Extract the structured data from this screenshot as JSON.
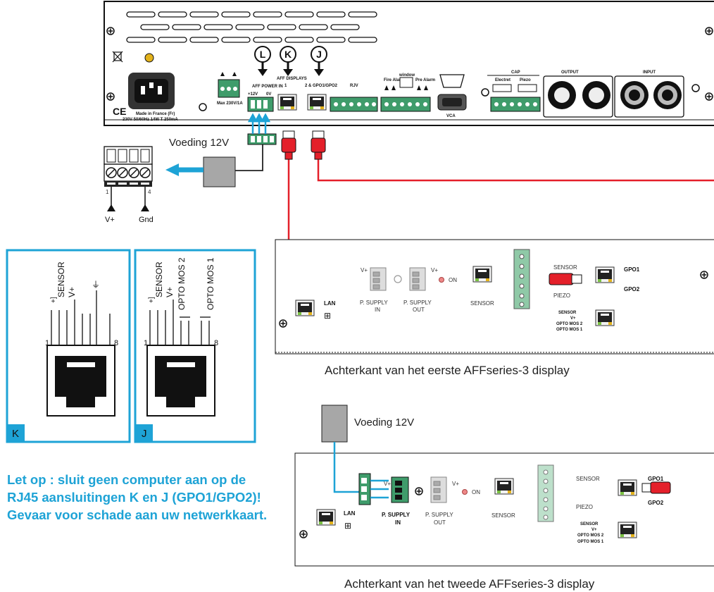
{
  "rack": {
    "markers": [
      "L",
      "K",
      "J"
    ],
    "labels": {
      "made_in": "Made in France (Fr)",
      "rating": "230V 50/60Hz 14W T 250mA",
      "max": "Max 230V/1A",
      "aff_power": "AFF POWER IN",
      "v12": "+12V",
      "v0": "0V",
      "aff_displays": "AFF DISPLAYS",
      "one": "1",
      "two_gpo": "2 & GPO1/GPO2",
      "rjv": "RJV",
      "fire_alarm": "Fire Alarm",
      "window": "window",
      "pre_alarm": "Pre Alarm",
      "vca": "VCA",
      "cap": "CAP",
      "electret": "Electret",
      "piezo": "Piezo",
      "output": "OUTPUT",
      "input": "INPUT",
      "ce": "CE"
    }
  },
  "supply_top": {
    "label": "Voeding 12V",
    "v_plus": "V+",
    "gnd": "Gnd",
    "pin1": "1",
    "pin4": "4"
  },
  "supply_bottom": {
    "label": "Voeding 12V"
  },
  "jack_k": {
    "tag": "K",
    "labels": [
      "SENSOR",
      "V+"
    ],
    "pin_first": "1",
    "pin_last": "8"
  },
  "jack_j": {
    "tag": "J",
    "labels": [
      "SENSOR",
      "V+",
      "OPTO MOS 2",
      "OPTO MOS 1"
    ],
    "pin_first": "1",
    "pin_last": "8"
  },
  "display1": {
    "lan": "LAN",
    "p_supply_in": [
      "P. SUPPLY",
      "IN"
    ],
    "p_supply_out": [
      "P. SUPPLY",
      "OUT"
    ],
    "on": "ON",
    "sensor": "SENSOR",
    "sensor_term": "SENSOR",
    "piezo": "PIEZO",
    "gpo1": "GPO1",
    "gpo2": "GPO2",
    "gpo_labels": [
      "SENSOR",
      "V+",
      "OPTO MOS 2",
      "OPTO MOS 1"
    ],
    "v_plus": "V+",
    "caption": "Achterkant van het eerste AFFseries-3 display"
  },
  "display2": {
    "lan": "LAN",
    "p_supply_in": [
      "P. SUPPLY",
      "IN"
    ],
    "p_supply_out": [
      "P. SUPPLY",
      "OUT"
    ],
    "on": "ON",
    "sensor": "SENSOR",
    "sensor_term": "SENSOR",
    "piezo": "PIEZO",
    "gpo1": "GPO1",
    "gpo2": "GPO2",
    "gpo_labels": [
      "SENSOR",
      "V+",
      "OPTO MOS 2",
      "OPTO MOS 1"
    ],
    "v_plus": "V+",
    "caption": "Achterkant van het tweede AFFseries-3 display"
  },
  "warning": "Let op : sluit geen computer aan op de RJ45 aansluitingen K en J (GPO1/GPO2)! Gevaar voor schade aan uw netwerkkaart.",
  "colors": {
    "accent_blue": "#1ea3d6",
    "cable_red": "#e4202a",
    "green": "#3f9c6b"
  }
}
